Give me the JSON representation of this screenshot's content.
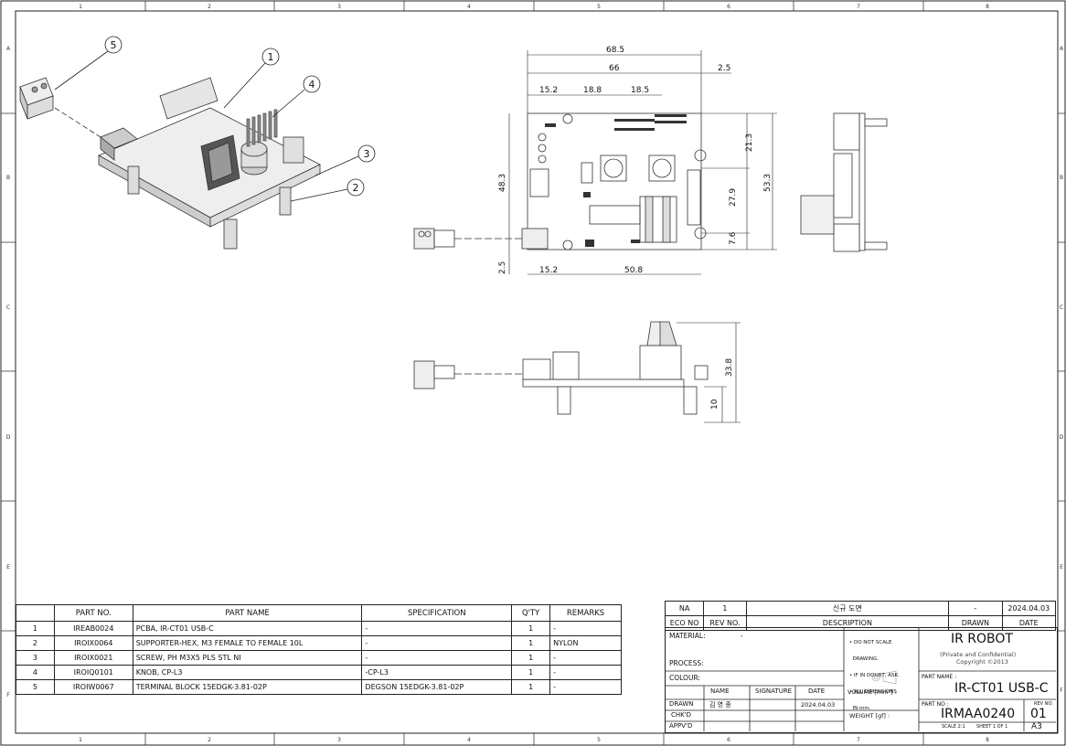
{
  "zones": {
    "columns": [
      "1",
      "2",
      "3",
      "4",
      "5",
      "6",
      "7",
      "8"
    ],
    "rows": [
      "A",
      "B",
      "C",
      "D",
      "E",
      "F"
    ]
  },
  "balloons": [
    "1",
    "2",
    "3",
    "4",
    "5"
  ],
  "dimensions": {
    "top": [
      "68.5",
      "66",
      "2.5",
      "15.2",
      "18.8",
      "18.5"
    ],
    "right": [
      "21.3",
      "53.3",
      "27.9",
      "7.6"
    ],
    "left": [
      "48.3",
      "2.5"
    ],
    "bottom": [
      "15.2",
      "50.8"
    ],
    "side": [
      "33.8",
      "10"
    ]
  },
  "parts_table": {
    "headers": [
      "",
      "PART NO.",
      "PART NAME",
      "SPECIFICATION",
      "Q'TY",
      "REMARKS"
    ],
    "rows": [
      [
        "1",
        "IREAB0024",
        "PCBA, IR-CT01 USB-C",
        "-",
        "1",
        "-"
      ],
      [
        "2",
        "IROIX0064",
        "SUPPORTER-HEX, M3 FEMALE TO FEMALE 10L",
        "-",
        "1",
        "NYLON"
      ],
      [
        "3",
        "IROIX0021",
        "SCREW, PH M3X5 PLS STL NI",
        "-",
        "1",
        "-"
      ],
      [
        "4",
        "IROIQ0101",
        "KNOB, CP-L3",
        "-CP-L3",
        "1",
        "-"
      ],
      [
        "5",
        "IROIW0067",
        "TERMINAL BLOCK 15EDGK-3.81-02P",
        "DEGSON 15EDGK-3.81-02P",
        "1",
        "-"
      ]
    ]
  },
  "revision": {
    "na": "NA",
    "rev": "1",
    "description": "신규 도면",
    "drawn": "-",
    "date": "2024.04.03",
    "h_eco": "ECO NO",
    "h_rev": "REV NO.",
    "h_desc": "DESCRIPTION",
    "h_drawn": "DRAWN",
    "h_date": "DATE"
  },
  "title_block": {
    "material_label": "MATERIAL:",
    "material_value": "-",
    "process_label": "PROCESS:",
    "colour_label": "COLOUR:",
    "notes": [
      "• DO NOT SCALE",
      "  DRAWING.",
      "• IF IN DOUBT, ASK.",
      "• ALL DIMENSIONS",
      "  IN mm."
    ],
    "company": "IR ROBOT",
    "confidential": "(Private and Confidential)",
    "copyright": "Copyright ©2013",
    "h_name": "NAME",
    "h_signature": "SIGNATURE",
    "h_date": "DATE",
    "drawn_label": "DRAWN",
    "drawn_name": "김 영 종",
    "drawn_date": "2024.04.03",
    "chkd_label": "CHK'D",
    "appvd_label": "APPV'D",
    "volume_label": "VOLUME [mm³] :",
    "weight_label": "WEIGHT [gf] :",
    "part_name_label": "PART NAME :",
    "part_name": "IR-CT01 USB-C",
    "part_no_label": "PART NO :",
    "part_no": "IRMAA0240",
    "rev_no_label": "REV NO:",
    "rev_no": "01",
    "scale": "SCALE  2:1",
    "sheet": "SHEET 1 OF 1",
    "size": "A3"
  }
}
